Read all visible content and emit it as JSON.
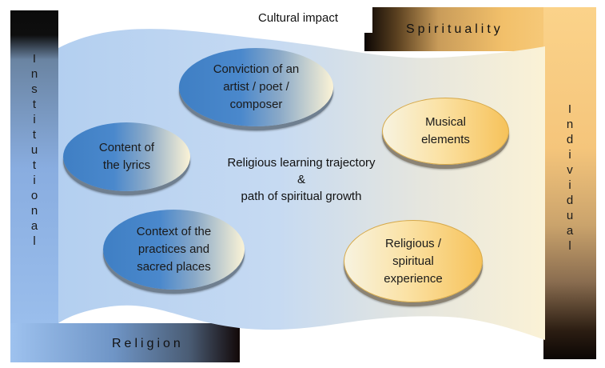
{
  "labels": {
    "left": [
      "I",
      "n",
      "s",
      "t",
      "i",
      "t",
      "u",
      "t",
      "i",
      "o",
      "n",
      "a",
      "l"
    ],
    "right": [
      "I",
      "n",
      "d",
      "i",
      "v",
      "i",
      "d",
      "u",
      "a",
      "l"
    ],
    "bottom": "Religion",
    "top": "Spirituality",
    "top_center": "Cultural impact"
  },
  "ellipses": {
    "conviction": [
      "Conviction of an",
      "artist / poet /",
      "composer"
    ],
    "lyrics": [
      "Content of",
      "the lyrics"
    ],
    "context": [
      "Context of the",
      "practices and",
      "sacred places"
    ],
    "musical": [
      "Musical",
      "elements"
    ],
    "experience": [
      "Religious /",
      "spiritual",
      "experience"
    ]
  },
  "center": [
    "Religious learning trajectory",
    "&",
    "path of spiritual growth"
  ],
  "colors": {
    "blue_light": "#9ec2ef",
    "blue_mid": "#4a88cc",
    "gold": "#f6c25a",
    "dark": "#0b0604"
  }
}
